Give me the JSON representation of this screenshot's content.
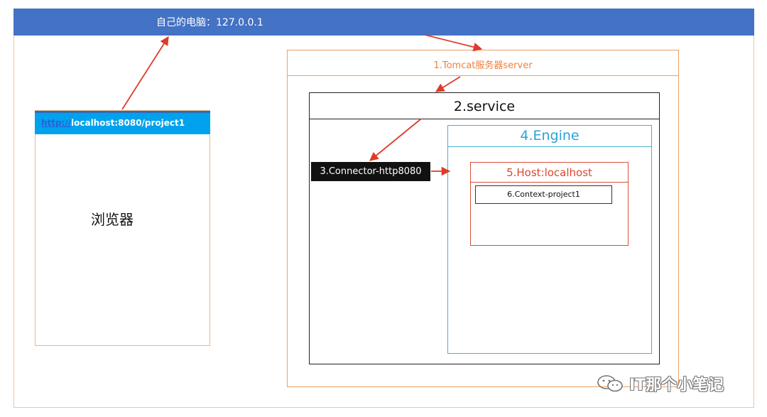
{
  "top_bar": {
    "label": "自己的电脑：127.0.0.1"
  },
  "browser": {
    "url_scheme": "http://",
    "url_rest": "localhost:8080/project1",
    "label": "浏览器"
  },
  "tomcat": {
    "label": "1.Tomcat服务器server"
  },
  "service": {
    "label": "2.service"
  },
  "connector": {
    "label": "3.Connector-http8080"
  },
  "engine": {
    "label": "4.Engine"
  },
  "host": {
    "label": "5.Host:localhost"
  },
  "context": {
    "label": "6.Context-project1"
  },
  "watermark": {
    "text": "IT那个小笔记",
    "icon": "wechat-icon"
  },
  "colors": {
    "top_bar": "#4472c4",
    "address_bar": "#00a2ed",
    "tomcat": "#f0a060",
    "engine": "#4aaed6",
    "host": "#d94f3a",
    "arrow": "#e03a2a"
  }
}
